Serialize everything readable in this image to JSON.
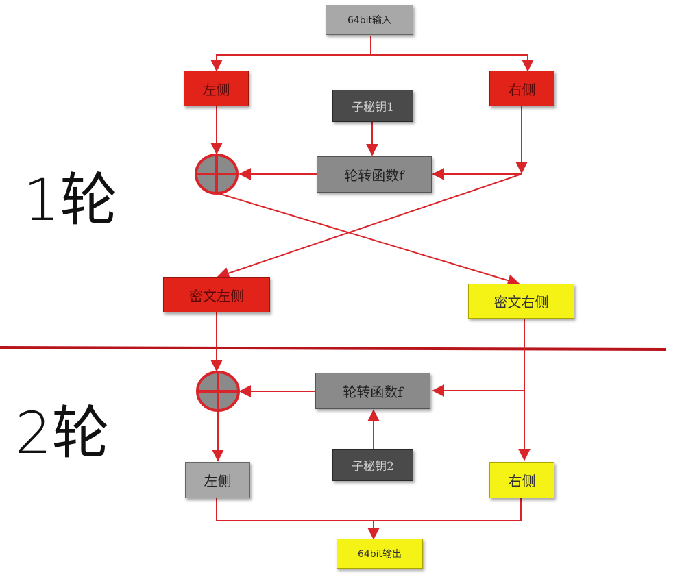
{
  "input_label": "64bit输入",
  "output_label": "64bit输出",
  "round1": {
    "label": "1轮",
    "left": "左侧",
    "right": "右侧",
    "subkey": "子秘钥1",
    "function": "轮转函数f",
    "cipher_left": "密文左侧",
    "cipher_right": "密文右侧"
  },
  "round2": {
    "label": "2轮",
    "subkey": "子秘钥2",
    "function": "轮转函数f",
    "left": "左侧",
    "right": "右侧"
  },
  "colors": {
    "line": "#d9242a",
    "divider": "#b8141c",
    "red_box": "#e2231a",
    "gray_box": "#8a8a8a",
    "dark_box": "#4a4a4a",
    "yellow_box": "#f5f216"
  }
}
